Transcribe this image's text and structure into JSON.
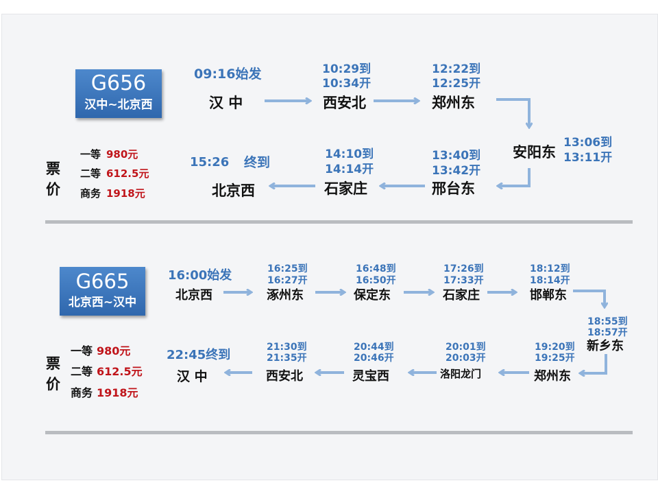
{
  "trains": [
    {
      "code": "G656",
      "route": "汉中~北京西",
      "price_label": [
        "票",
        "价"
      ],
      "prices": [
        {
          "class": "一等",
          "price": "980元"
        },
        {
          "class": "二等",
          "price": "612.5元"
        },
        {
          "class": "商务",
          "price": "1918元"
        }
      ],
      "stops": [
        {
          "station": "汉 中",
          "times": [
            "09:16始发"
          ]
        },
        {
          "station": "西安北",
          "times": [
            "10:29到",
            "10:34开"
          ]
        },
        {
          "station": "郑州东",
          "times": [
            "12:22到",
            "12:25开"
          ]
        },
        {
          "station": "安阳东",
          "times": [
            "13:06到",
            "13:11开"
          ]
        },
        {
          "station": "邢台东",
          "times": [
            "13:40到",
            "13:42开"
          ]
        },
        {
          "station": "石家庄",
          "times": [
            "14:10到",
            "14:14开"
          ]
        },
        {
          "station": "北京西",
          "times": [
            "15:26",
            "终到"
          ]
        }
      ]
    },
    {
      "code": "G665",
      "route": "北京西~汉中",
      "price_label": [
        "票",
        "价"
      ],
      "prices": [
        {
          "class": "一等",
          "price": "980元"
        },
        {
          "class": "二等",
          "price": "612.5元"
        },
        {
          "class": "商务",
          "price": "1918元"
        }
      ],
      "stops": [
        {
          "station": "北京西",
          "times": [
            "16:00始发"
          ]
        },
        {
          "station": "涿州东",
          "times": [
            "16:25到",
            "16:27开"
          ]
        },
        {
          "station": "保定东",
          "times": [
            "16:48到",
            "16:50开"
          ]
        },
        {
          "station": "石家庄",
          "times": [
            "17:26到",
            "17:33开"
          ]
        },
        {
          "station": "邯郸东",
          "times": [
            "18:12到",
            "18:14开"
          ]
        },
        {
          "station": "新乡东",
          "times": [
            "18:55到",
            "18:57开"
          ]
        },
        {
          "station": "郑州东",
          "times": [
            "19:20到",
            "19:25开"
          ]
        },
        {
          "station": "洛阳龙门",
          "times": [
            "20:01到",
            "20:03开"
          ]
        },
        {
          "station": "灵宝西",
          "times": [
            "20:44到",
            "20:46开"
          ]
        },
        {
          "station": "西安北",
          "times": [
            "21:30到",
            "21:35开"
          ]
        },
        {
          "station": "汉 中",
          "times": [
            "22:45终到"
          ]
        }
      ]
    }
  ],
  "colors": {
    "badge": "#3a75bd",
    "time_text": "#3b74b8",
    "price_text": "#c0141a",
    "arrow": "#8fb3dc",
    "divider": "#b9bcc0"
  }
}
